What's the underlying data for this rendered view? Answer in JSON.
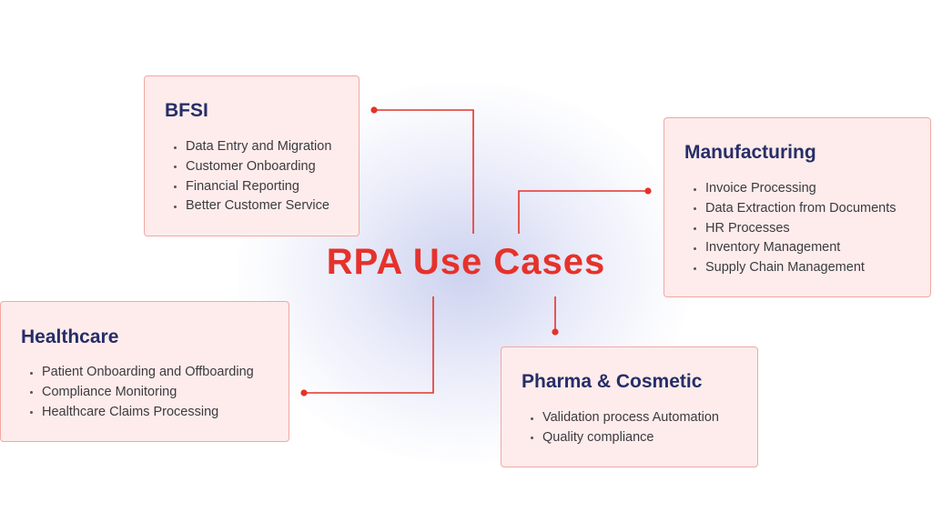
{
  "center_title": "RPA Use Cases",
  "colors": {
    "accent": "#e5322b",
    "card_background": "#fdeceb",
    "card_border": "#f0a8a4",
    "title_navy": "#272d68"
  },
  "cards": {
    "bfsi": {
      "title": "BFSI",
      "items": [
        "Data Entry and Migration",
        "Customer Onboarding",
        "Financial Reporting",
        "Better Customer Service"
      ]
    },
    "manufacturing": {
      "title": "Manufacturing",
      "items": [
        "Invoice Processing",
        "Data Extraction from Documents",
        "HR Processes",
        "Inventory Management",
        "Supply Chain Management"
      ]
    },
    "healthcare": {
      "title": "Healthcare",
      "items": [
        "Patient Onboarding and Offboarding",
        "Compliance Monitoring",
        "Healthcare Claims Processing"
      ]
    },
    "pharma": {
      "title": "Pharma & Cosmetic",
      "items": [
        "Validation process Automation",
        "Quality compliance"
      ]
    }
  }
}
